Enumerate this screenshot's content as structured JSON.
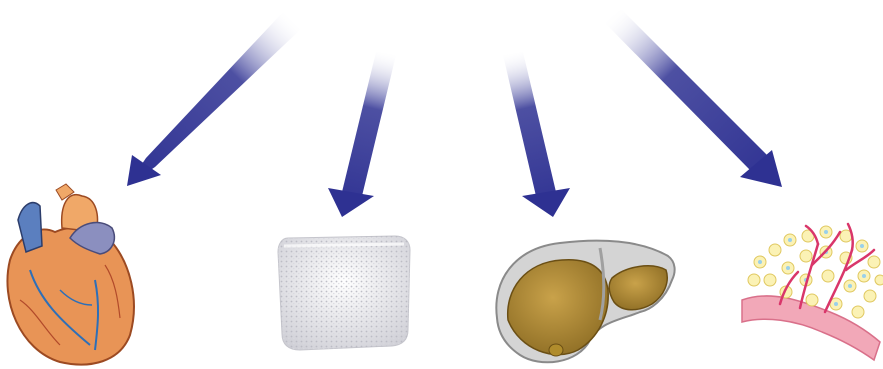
{
  "diagram": {
    "arrow_color": "#2e3192",
    "arrows": [
      {
        "id": "arrow-to-heart"
      },
      {
        "id": "arrow-to-sugar-cube"
      },
      {
        "id": "arrow-to-liver"
      },
      {
        "id": "arrow-to-tissue"
      }
    ],
    "targets": [
      {
        "icon": "heart-icon"
      },
      {
        "icon": "sugar-cube-icon"
      },
      {
        "icon": "liver-icon"
      },
      {
        "icon": "tissue-vessel-icon"
      }
    ]
  }
}
